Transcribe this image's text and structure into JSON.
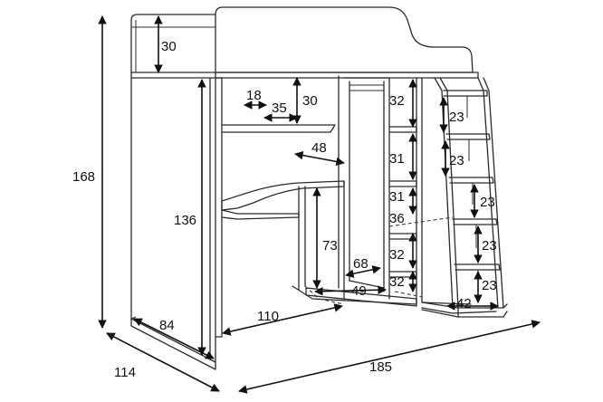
{
  "diagram": {
    "labels": {
      "loft_height": "30",
      "total_height": "168",
      "niche_left": "18",
      "niche_width": "35",
      "niche_height": "30",
      "shelf_top": "32",
      "shelf_2": "31",
      "shelf_3": "31",
      "shelf_4": "36",
      "shelf_5": "32",
      "shelf_6": "32",
      "shelf_depth": "48",
      "under_height": "136",
      "desk_height": "73",
      "desk_depth": "68",
      "desk_width": "49",
      "step_1": "23",
      "step_2": "23",
      "step_3": "23",
      "step_4": "23",
      "step_5": "23",
      "ladder_depth": "42",
      "side_depth": "84",
      "opening_width": "110",
      "total_depth": "114",
      "total_length": "185"
    }
  }
}
